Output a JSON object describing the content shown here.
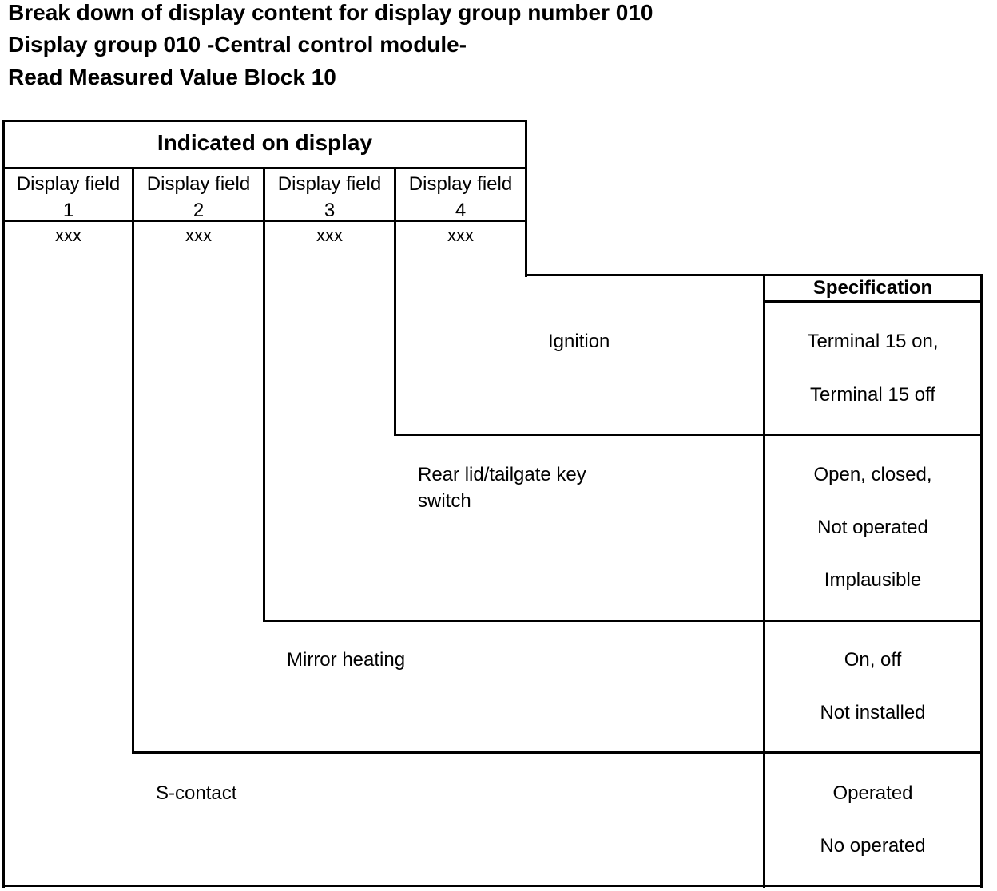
{
  "header": {
    "line1": "Break down of display content for display group number 010",
    "line2": "Display group 010 -Central control module-",
    "line3": "Read Measured Value Block 10"
  },
  "table": {
    "indicated_header": "Indicated on display",
    "fields": [
      {
        "label": "Display field",
        "number": "1",
        "value": "xxx"
      },
      {
        "label": "Display field",
        "number": "2",
        "value": "xxx"
      },
      {
        "label": "Display field",
        "number": "3",
        "value": "xxx"
      },
      {
        "label": "Display field",
        "number": "4",
        "value": "xxx"
      }
    ],
    "specification_header": "Specification",
    "rows": [
      {
        "description": "Ignition",
        "specs": [
          "Terminal 15 on,",
          "Terminal 15 off"
        ]
      },
      {
        "description_lines": [
          "Rear lid/tailgate key",
          "switch"
        ],
        "specs": [
          "Open, closed,",
          "Not operated",
          "Implausible"
        ]
      },
      {
        "description": "Mirror heating",
        "specs": [
          "On, off",
          "Not installed"
        ]
      },
      {
        "description": "S-contact",
        "specs": [
          "Operated",
          "No operated"
        ]
      }
    ]
  }
}
